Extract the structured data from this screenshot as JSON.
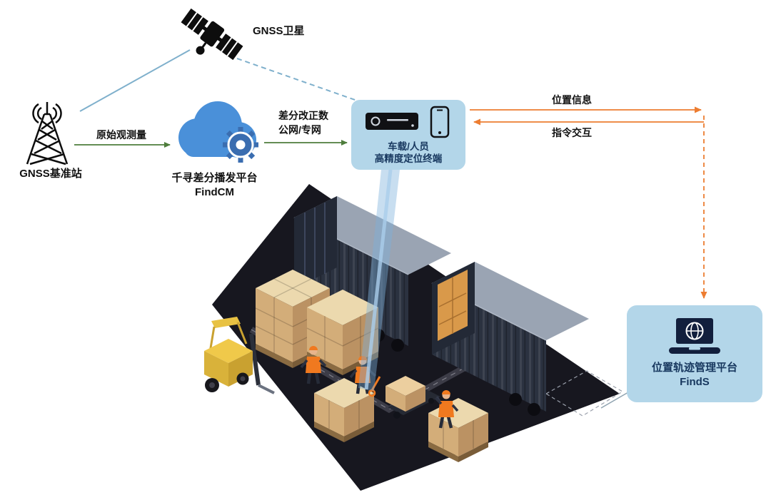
{
  "diagram": {
    "satellite": {
      "label": "GNSS卫星"
    },
    "base_station": {
      "label": "GNSS基准站"
    },
    "cloud": {
      "label": "千寻差分播发平台",
      "product": "FindCM"
    },
    "flow_base_to_cloud": {
      "label": "原始观测量"
    },
    "flow_cloud_to_terminal": {
      "line1": "差分改正数",
      "line2": "公网/专网"
    },
    "terminal": {
      "line1": "车载/人员",
      "line2": "高精度定位终端"
    },
    "flow_position": {
      "label": "位置信息"
    },
    "flow_command": {
      "label": "指令交互"
    },
    "management_platform": {
      "label": "位置轨迹管理平台",
      "product": "FindS"
    }
  },
  "icons": {
    "satellite": "satellite-icon",
    "base_station": "radio-tower-icon",
    "cloud_gear": "cloud-gear-icon",
    "receiver": "vehicle-terminal-icon",
    "smartphone": "smartphone-icon",
    "laptop_globe": "laptop-globe-icon"
  },
  "colors": {
    "cloud_blue": "#4a90d9",
    "gear_blue": "#3a6db0",
    "panel_blue": "#b3d6e9",
    "label_navy": "#17375e",
    "arrow_green": "#4e7d3c",
    "arrow_orange": "#ed7d31",
    "link_blue": "#7fb0cc",
    "platform_dark": "#17171f",
    "container_navy": "#2b3240",
    "container_top": "#9aa4b3",
    "carton_tan": "#d3ad79",
    "beam_blue": "#7cb0dc",
    "forklift_yellow": "#f0c94a",
    "vest_orange": "#f0791f"
  }
}
